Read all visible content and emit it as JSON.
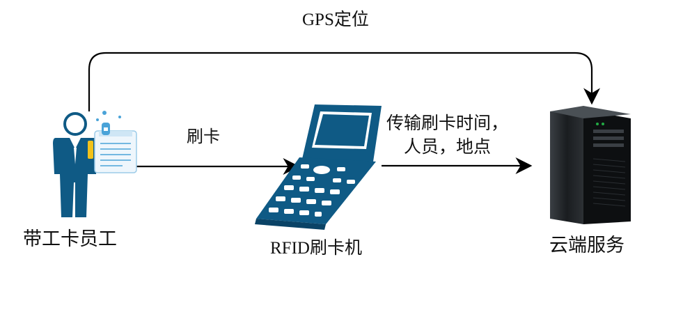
{
  "labels": {
    "gps": "GPS定位",
    "swipe": "刷卡",
    "transmit_line1": "传输刷卡时间，",
    "transmit_line2": "人员，地点",
    "employee": "带工卡员工",
    "reader": "RFID刷卡机",
    "cloud": "云端服务"
  },
  "colors": {
    "primary": "#0f5a85",
    "arrow": "#000000",
    "card_blue": "#4aa3d8",
    "card_yellow": "#f2c21b",
    "server_dark": "#1c1f22"
  },
  "icons": [
    "employee-icon",
    "badge-icon",
    "rfid-reader-icon",
    "server-icon"
  ]
}
